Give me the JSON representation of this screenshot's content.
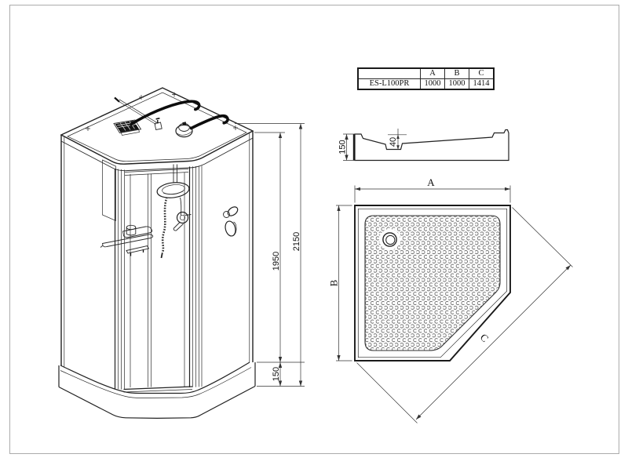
{
  "drawing": {
    "spec_table": {
      "corner": "",
      "col_a": "A",
      "col_b": "B",
      "col_c": "C",
      "model": "ES-L100PR",
      "val_a": "1000",
      "val_b": "1000",
      "val_c": "1414"
    },
    "cabin_dimensions": {
      "height_total": "2150",
      "height_wall": "1950",
      "height_tray": "150"
    },
    "tray_profile": {
      "height": "150",
      "recess_depth": "40"
    },
    "tray_plan": {
      "label_width": "A",
      "label_depth": "B",
      "label_diagonal": "C"
    }
  }
}
